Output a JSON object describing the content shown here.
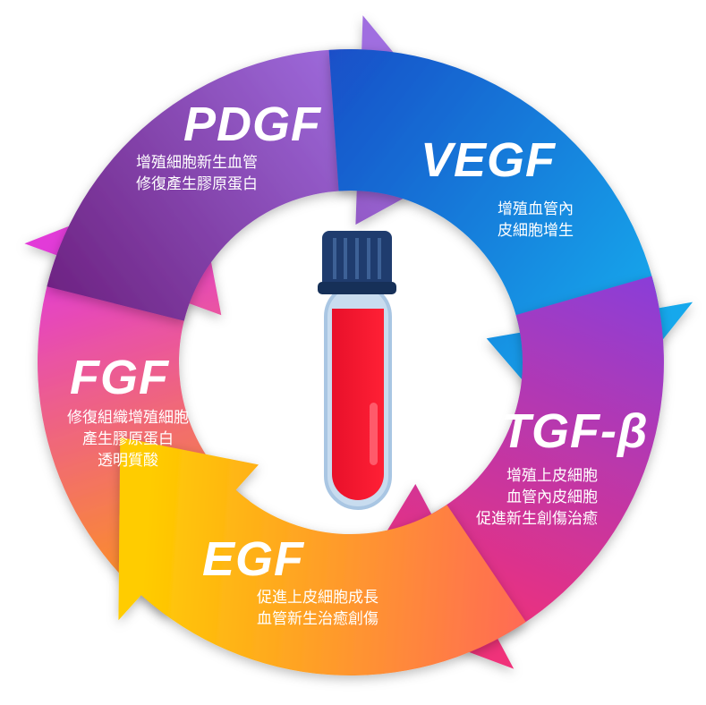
{
  "factors": [
    {
      "name": "PDGF",
      "lines": [
        "增殖細胞新生血管",
        "修復產生膠原蛋白"
      ],
      "colors": [
        "#6e2383",
        "#a06ee0"
      ]
    },
    {
      "name": "VEGF",
      "lines": [
        "增殖血管內",
        "皮細胞增生"
      ],
      "colors": [
        "#1a4fc8",
        "#12a8ec"
      ]
    },
    {
      "name": "TGF-β",
      "lines": [
        "增殖上皮細胞",
        "血管內皮細胞",
        "促進新生創傷治癒"
      ],
      "colors": [
        "#8a3ed8",
        "#f0307a"
      ]
    },
    {
      "name": "EGF",
      "lines": [
        "促進上皮細胞成長",
        "血管新生治癒創傷"
      ],
      "colors": [
        "#ff6a55",
        "#ffcc00"
      ]
    },
    {
      "name": "FGF",
      "lines": [
        "修復組織增殖細胞",
        "產生膠原蛋白",
        "透明質酸"
      ],
      "colors": [
        "#ff9a10",
        "#e23ad8"
      ]
    }
  ]
}
